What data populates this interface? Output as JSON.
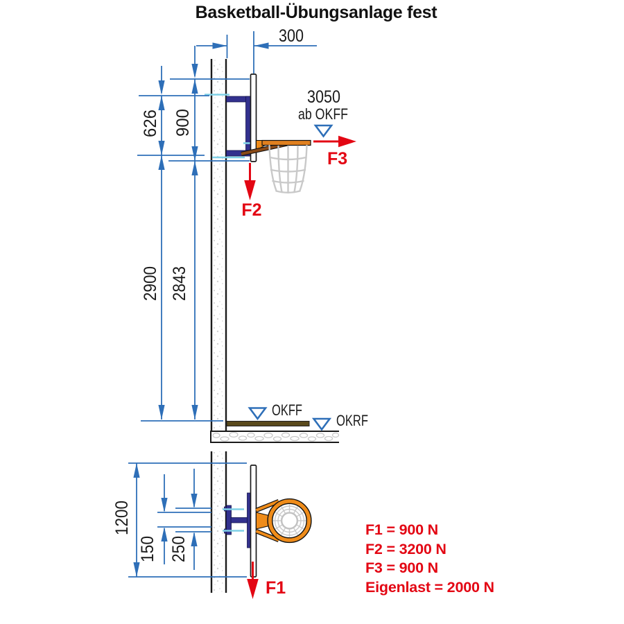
{
  "title": "Basketball-Übungsanlage fest",
  "colors": {
    "dim_blue": "#2e6fb8",
    "cyan": "#7fd0e6",
    "navy": "#33318e",
    "orange": "#ef8c1a",
    "rim_orange": "#e0801f",
    "strut_brown": "#8a4a17",
    "floor_brown": "#5a4a1c",
    "force_red": "#e30613",
    "net_gray": "#c9c9c9",
    "line_black": "#1a1a1a",
    "speckle_gray": "#d6d6d6",
    "pebble_gray": "#c9c9c9"
  },
  "side_view": {
    "dims": {
      "d300": "300",
      "d626": "626",
      "d900": "900",
      "d2900": "2900",
      "d2843": "2843"
    },
    "rim_height": {
      "value": "3050",
      "ref": "ab OKFF"
    },
    "levels": {
      "okff": "OKFF",
      "okrf": "OKRF"
    },
    "forces": {
      "f2": "F2",
      "f3": "F3"
    }
  },
  "plan_view": {
    "dims": {
      "d1200": "1200",
      "d150": "150",
      "d250": "250"
    },
    "forces": {
      "f1": "F1"
    }
  },
  "legend": {
    "items": [
      "F1 = 900 N",
      "F2 = 3200 N",
      "F3 = 900 N",
      "Eigenlast = 2000 N"
    ]
  }
}
